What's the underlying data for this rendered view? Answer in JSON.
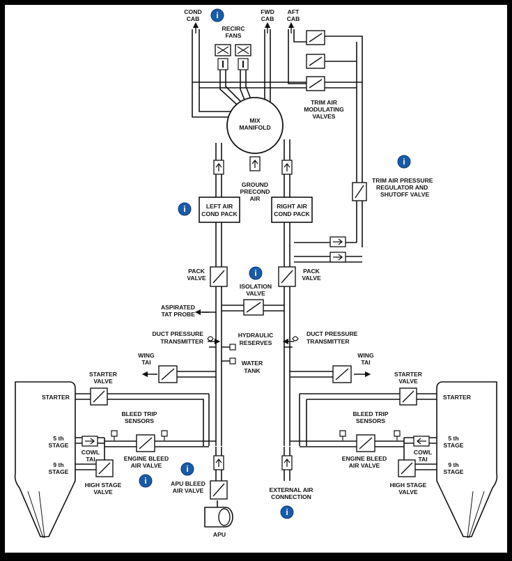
{
  "colors": {
    "duct": "#111111",
    "info": "#1a5ba8",
    "frame": "#000000",
    "paper": "#ffffff"
  },
  "info_glyph": "i",
  "labels": {
    "cond_cab": [
      "COND",
      "CAB"
    ],
    "recirc_fans": [
      "RECIRC",
      "FANS"
    ],
    "fwd_cab": [
      "FWD",
      "CAB"
    ],
    "aft_cab": [
      "AFT",
      "CAB"
    ],
    "trim_air_valves": [
      "TRIM AIR",
      "MODULATING",
      "VALVES"
    ],
    "mix_manifold": [
      "MIX",
      "MANIFOLD"
    ],
    "ground_precond": [
      "GROUND",
      "PRECOND",
      "AIR"
    ],
    "trim_air_prv": [
      "TRIM AIR PRESSURE",
      "REGULATOR AND",
      "SHUTOFF VALVE"
    ],
    "left_pack": [
      "LEFT AIR",
      "COND PACK"
    ],
    "right_pack": [
      "RIGHT AIR",
      "COND PACK"
    ],
    "pack_valve_l": [
      "PACK",
      "VALVE"
    ],
    "pack_valve_r": [
      "PACK",
      "VALVE"
    ],
    "isolation_valve": [
      "ISOLATION",
      "VALVE"
    ],
    "aspirated_tat": [
      "ASPIRATED",
      "TAT PROBE"
    ],
    "duct_pt_l": [
      "DUCT PRESSURE",
      "TRANSMITTER"
    ],
    "duct_pt_r": [
      "DUCT PRESSURE",
      "TRANSMITTER"
    ],
    "hydraulic_reserves": [
      "HYDRAULIC",
      "RESERVES"
    ],
    "water_tank": [
      "WATER",
      "TANK"
    ],
    "wing_tai_l": [
      "WING",
      "TAI"
    ],
    "wing_tai_r": [
      "WING",
      "TAI"
    ],
    "starter_valve_l": [
      "STARTER",
      "VALVE"
    ],
    "starter_valve_r": [
      "STARTER",
      "VALVE"
    ],
    "starter_l": "STARTER",
    "starter_r": "STARTER",
    "bleed_trip_l": [
      "BLEED TRIP",
      "SENSORS"
    ],
    "bleed_trip_r": [
      "BLEED TRIP",
      "SENSORS"
    ],
    "fifth_stage_l": [
      "5 th",
      "STAGE"
    ],
    "fifth_stage_r": [
      "5 th",
      "STAGE"
    ],
    "ninth_stage_l": [
      "9 th",
      "STAGE"
    ],
    "ninth_stage_r": [
      "9 th",
      "STAGE"
    ],
    "cowl_tai_l": [
      "COWL",
      "TAI"
    ],
    "cowl_tai_r": [
      "COWL",
      "TAI"
    ],
    "engine_bleed_l": [
      "ENGINE BLEED",
      "AIR VALVE"
    ],
    "engine_bleed_r": [
      "ENGINE BLEED",
      "AIR VALVE"
    ],
    "high_stage_l": [
      "HIGH STAGE",
      "VALVE"
    ],
    "high_stage_r": [
      "HIGH STAGE",
      "VALVE"
    ],
    "apu_bleed": [
      "APU BLEED",
      "AIR VALVE"
    ],
    "apu": "APU",
    "external_air": [
      "EXTERNAL AIR",
      "CONNECTION"
    ]
  }
}
